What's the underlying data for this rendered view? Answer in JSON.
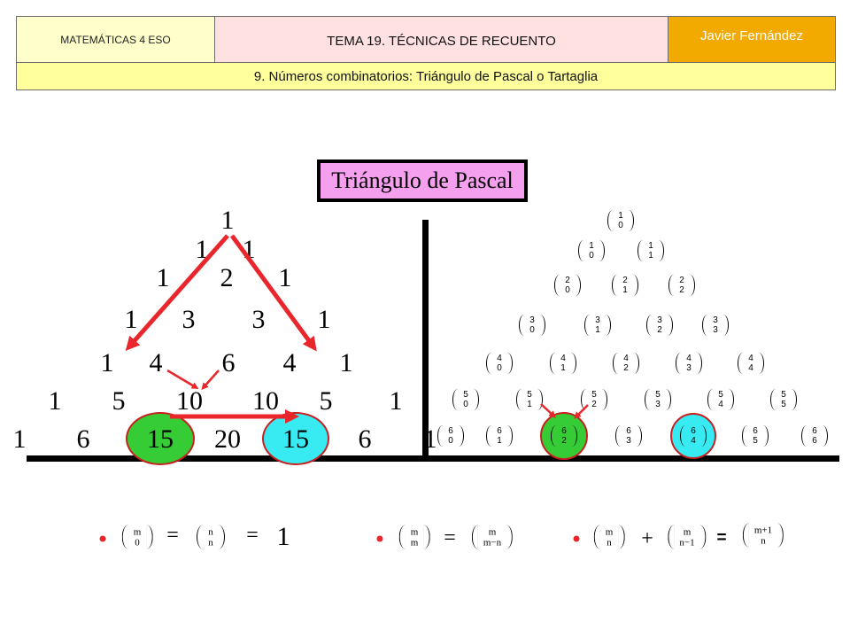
{
  "header": {
    "course": "MATEMÁTICAS 4 ESO",
    "topic": "TEMA 19. TÉCNICAS DE RECUENTO",
    "author": "Javier Fernández",
    "section": "9. Números combinatorios: Triángulo de Pascal o Tartaglia"
  },
  "title": "Triángulo de Pascal",
  "pascal": {
    "rows": [
      [
        1
      ],
      [
        1,
        1
      ],
      [
        1,
        2,
        1
      ],
      [
        1,
        3,
        3,
        1
      ],
      [
        1,
        4,
        6,
        4,
        1
      ],
      [
        1,
        5,
        10,
        10,
        5,
        1
      ],
      [
        1,
        6,
        15,
        20,
        15,
        6,
        1
      ]
    ]
  },
  "binomials": {
    "rows": [
      [
        {
          "top": "1",
          "bottom": "0"
        }
      ],
      [
        {
          "top": "1",
          "bottom": "0"
        },
        {
          "top": "1",
          "bottom": "1"
        }
      ],
      [
        {
          "top": "2",
          "bottom": "0"
        },
        {
          "top": "2",
          "bottom": "1"
        },
        {
          "top": "2",
          "bottom": "2"
        }
      ],
      [
        {
          "top": "3",
          "bottom": "0"
        },
        {
          "top": "3",
          "bottom": "1"
        },
        {
          "top": "3",
          "bottom": "2"
        },
        {
          "top": "3",
          "bottom": "3"
        }
      ],
      [
        {
          "top": "4",
          "bottom": "0"
        },
        {
          "top": "4",
          "bottom": "1"
        },
        {
          "top": "4",
          "bottom": "2"
        },
        {
          "top": "4",
          "bottom": "3"
        },
        {
          "top": "4",
          "bottom": "4"
        }
      ],
      [
        {
          "top": "5",
          "bottom": "0"
        },
        {
          "top": "5",
          "bottom": "1"
        },
        {
          "top": "5",
          "bottom": "2"
        },
        {
          "top": "5",
          "bottom": "3"
        },
        {
          "top": "5",
          "bottom": "4"
        },
        {
          "top": "5",
          "bottom": "5"
        }
      ],
      [
        {
          "top": "6",
          "bottom": "0"
        },
        {
          "top": "6",
          "bottom": "1"
        },
        {
          "top": "6",
          "bottom": "2"
        },
        {
          "top": "6",
          "bottom": "3"
        },
        {
          "top": "6",
          "bottom": "4"
        },
        {
          "top": "6",
          "bottom": "5"
        },
        {
          "top": "6",
          "bottom": "6"
        }
      ]
    ]
  },
  "formulas": [
    {
      "a": {
        "top": "m",
        "bottom": "0"
      },
      "eq1": "=",
      "b": {
        "top": "n",
        "bottom": "n"
      },
      "eq2": "=",
      "result": "1"
    },
    {
      "a": {
        "top": "m",
        "bottom": "m"
      },
      "eq": "=",
      "b": {
        "top": "m",
        "bottom": "m−n"
      }
    },
    {
      "a": {
        "top": "m",
        "bottom": "n"
      },
      "plus": "+",
      "b": {
        "top": "m",
        "bottom": "n−1"
      },
      "eq": "=",
      "c": {
        "top": "m+1",
        "bottom": "n"
      }
    }
  ],
  "colors": {
    "arrow_red": "#e8262b",
    "highlight_green": "#35cc35",
    "highlight_cyan": "#38eaf2",
    "title_fill": "#f5a0ee",
    "author_fill": "#f2a900"
  }
}
